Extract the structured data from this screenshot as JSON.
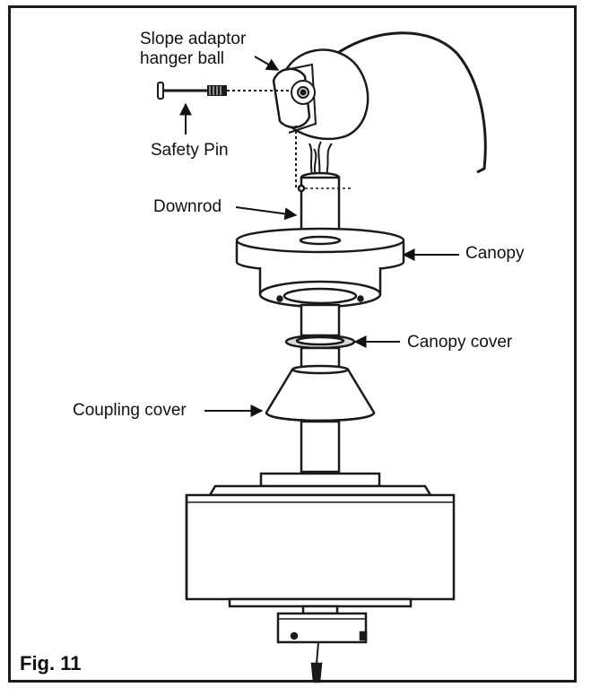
{
  "figure": {
    "caption": "Fig. 11"
  },
  "labels": {
    "slope_adaptor_line1": "Slope adaptor",
    "slope_adaptor_line2": "hanger ball",
    "safety_pin": "Safety Pin",
    "downrod": "Downrod",
    "canopy": "Canopy",
    "canopy_cover": "Canopy cover",
    "coupling_cover": "Coupling cover"
  },
  "colors": {
    "line": "#1a1a1a",
    "fill": "#ffffff",
    "shade": "#d9d9d9"
  }
}
